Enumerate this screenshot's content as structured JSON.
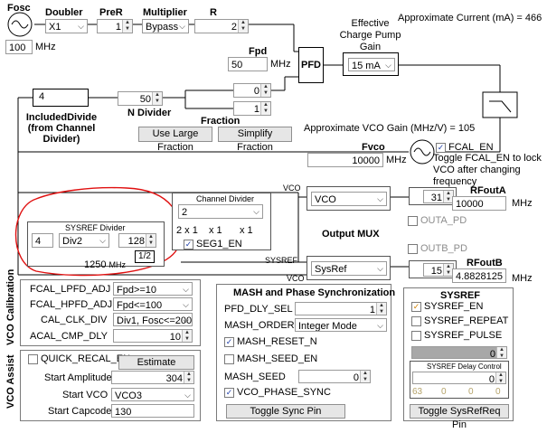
{
  "top": {
    "fosc_label": "Fosc",
    "fosc_value": "100",
    "fosc_unit": "MHz",
    "doubler_label": "Doubler",
    "doubler_value": "X1",
    "prer_label": "PreR",
    "prer_value": "1",
    "multiplier_label": "Multiplier",
    "multiplier_value": "Bypass",
    "r_label": "R",
    "r_value": "2",
    "effective_gain_label": "Effective\nCharge Pump\nGain",
    "approx_current": "Approximate Current (mA) = 466",
    "fpd_label": "Fpd",
    "fpd_value": "50",
    "fpd_unit": "MHz",
    "pfd_label": "PFD",
    "charge_pump_value": "15 mA"
  },
  "divider": {
    "included_value": "4",
    "included_label": "IncludedDivide\n(from Channel Divider)",
    "n_value": "50",
    "n_label": "N Divider",
    "frac_num": "0",
    "frac_den": "1",
    "fraction_label": "Fraction",
    "use_large_fraction": "Use Large Fraction",
    "simplify_fraction": "Simplify Fraction",
    "vco_gain": "Approximate VCO Gain (MHz/V) =  105"
  },
  "vco": {
    "fvco_label": "Fvco",
    "fvco_value": "10000",
    "fvco_unit": "MHz",
    "fcal_en_label": "FCAL_EN",
    "fcal_en_checked": true,
    "fcal_note": "Toggle FCAL_EN to lock\nVCO after changing frequency",
    "vco_wire_label": "VCO",
    "sysref_wire_label": "SYSREF",
    "vco_wire_label2": "VCO"
  },
  "channel_divider": {
    "title": "Channel  Divider",
    "value": "2",
    "labels": [
      "2 x 1",
      "x 1",
      "x 1"
    ],
    "seg1_en": "SEG1_EN",
    "seg1_checked": true
  },
  "sysref_divider": {
    "title": "SYSREF Divider",
    "input_value": "4",
    "div_value": "Div2",
    "div128": "128",
    "half": "1/2",
    "freq": "1250",
    "unit": "MHz"
  },
  "mux": {
    "output_mux_label": "Output MUX",
    "outa_select": "VCO",
    "outb_select": "SysRef",
    "outa_pwr": "31",
    "outb_pwr": "15",
    "rfouta_label": "RFoutA",
    "rfouta_value": "10000",
    "rfoutb_label": "RFoutB",
    "rfoutb_value": "4.8828125",
    "mhz": "MHz",
    "outa_pd": "OUTA_PD",
    "outb_pd": "OUTB_PD"
  },
  "vco_cal": {
    "side_label": "VCO Calibration",
    "rows": [
      {
        "label": "FCAL_LPFD_ADJ",
        "value": "Fpd>=10"
      },
      {
        "label": "FCAL_HPFD_ADJ",
        "value": "Fpd<=100"
      },
      {
        "label": "CAL_CLK_DIV",
        "value": "Div1, Fosc<=200"
      },
      {
        "label": "ACAL_CMP_DLY",
        "value": "10"
      }
    ]
  },
  "vco_assist": {
    "side_label": "VCO Assist",
    "quick_recal": "QUICK_RECAL_EN",
    "estimate_btn": "Estimate Settings",
    "start_amp_label": "Start Amplitude",
    "start_amp_value": "304",
    "start_vco_label": "Start VCO",
    "start_vco_value": "VCO3",
    "start_capcode_label": "Start Capcode",
    "start_capcode_value": "130"
  },
  "mash": {
    "title": "MASH and Phase Synchronization",
    "pfd_dly_label": "PFD_DLY_SEL",
    "pfd_dly_value": "1",
    "mash_order_label": "MASH_ORDER",
    "mash_order_value": "Integer Mode",
    "mash_reset_n": "MASH_RESET_N",
    "mash_seed_en": "MASH_SEED_EN",
    "mash_seed_label": "MASH_SEED",
    "mash_seed_value": "0",
    "vco_phase_sync": "VCO_PHASE_SYNC",
    "toggle_sync": "Toggle Sync Pin"
  },
  "sysref": {
    "title": "SYSREF",
    "sysref_en": "SYSREF_EN",
    "sysref_repeat": "SYSREF_REPEAT",
    "sysref_pulse": "SYSREF_PULSE",
    "pulse_count": "0",
    "delay_title": "SYSREF Delay Control",
    "delay_value": "0",
    "delay_vals": [
      "63",
      "0",
      "0",
      "0"
    ],
    "toggle_btn": "Toggle SysRefReq Pin"
  }
}
